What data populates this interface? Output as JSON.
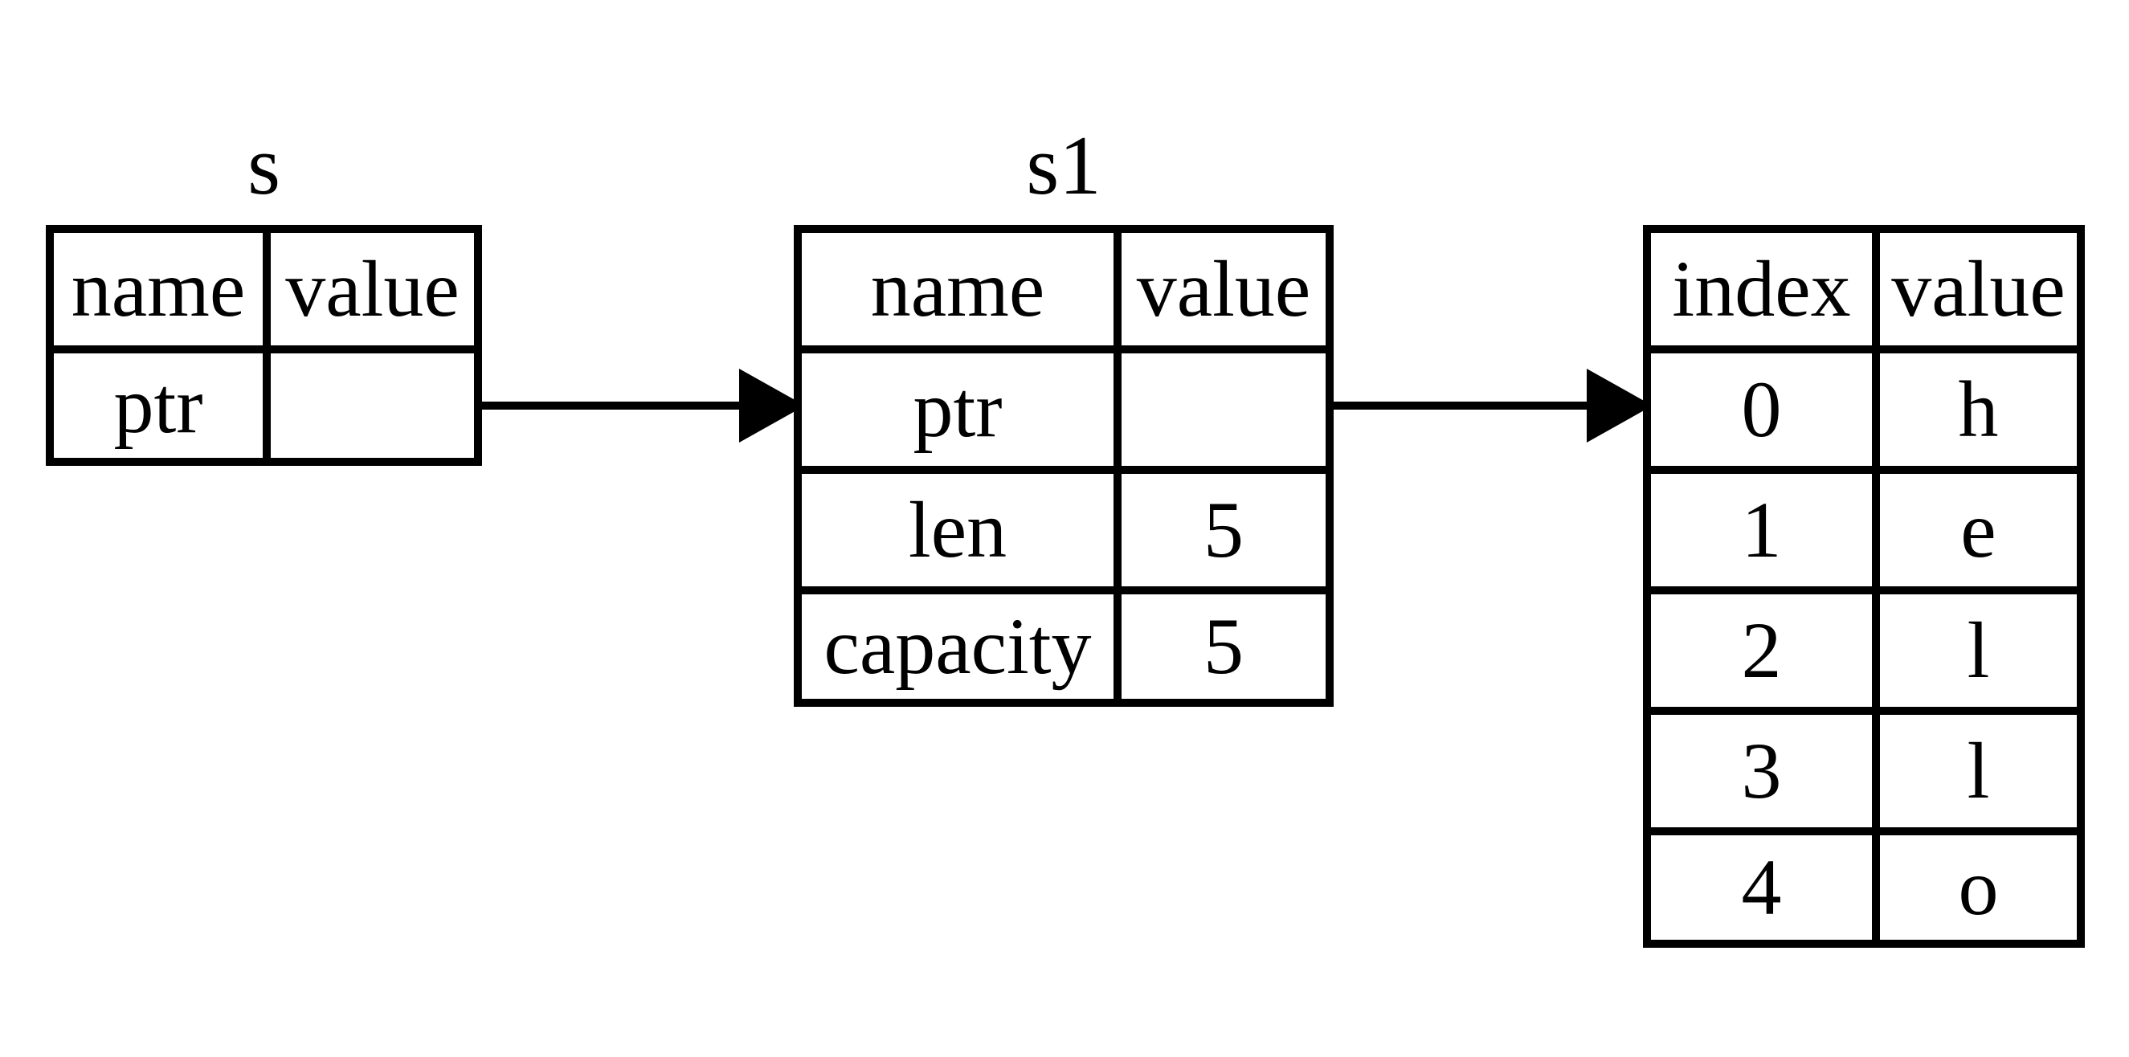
{
  "page": {
    "background_color": "#ffffff",
    "ink_color": "#000000"
  },
  "diagram": {
    "kind": "memory-layout-diagram",
    "tables": [
      {
        "id": "s",
        "title": "s",
        "headers": [
          "name",
          "value"
        ],
        "rows": [
          {
            "name": "ptr",
            "value": ""
          }
        ]
      },
      {
        "id": "s1",
        "title": "s1",
        "headers": [
          "name",
          "value"
        ],
        "rows": [
          {
            "name": "ptr",
            "value": ""
          },
          {
            "name": "len",
            "value": "5"
          },
          {
            "name": "capacity",
            "value": "5"
          }
        ]
      },
      {
        "id": "heap",
        "title": "",
        "headers": [
          "index",
          "value"
        ],
        "rows": [
          {
            "name": "0",
            "value": "h"
          },
          {
            "name": "1",
            "value": "e"
          },
          {
            "name": "2",
            "value": "l"
          },
          {
            "name": "3",
            "value": "l"
          },
          {
            "name": "4",
            "value": "o"
          }
        ]
      }
    ],
    "arrows": [
      {
        "id": "arrow-1",
        "from": "s.ptr.value",
        "to": "s1"
      },
      {
        "id": "arrow-2",
        "from": "s1.ptr.value",
        "to": "heap"
      }
    ]
  }
}
